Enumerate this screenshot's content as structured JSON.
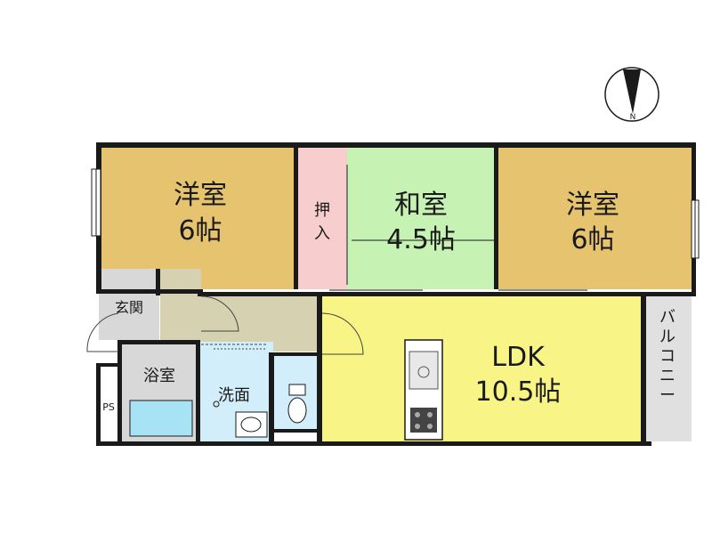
{
  "compass": {
    "letter": "N"
  },
  "rooms": {
    "western_room_left": {
      "name": "洋室",
      "size": "6帖",
      "color": "#E6C36E"
    },
    "closet": {
      "name": "押入",
      "color": "#F7CDCD"
    },
    "japanese_room": {
      "name": "和室",
      "size": "4.5帖",
      "color": "#C6F2B4"
    },
    "western_room_right": {
      "name": "洋室",
      "size": "6帖",
      "color": "#E6C36E"
    },
    "entrance": {
      "name": "玄関",
      "color": "#D8D8D8"
    },
    "hallway": {
      "color": "#D6D1B0"
    },
    "bath": {
      "name": "浴室",
      "color": "#D8D8D8"
    },
    "washroom": {
      "name": "洗面",
      "color": "#D2EEFA"
    },
    "toilet": {
      "color": "#D2EEFA"
    },
    "ldk": {
      "name": "LDK",
      "size": "10.5帖",
      "color": "#F8F586"
    },
    "balcony": {
      "name": "バルコニー",
      "color": "#E0E0E0"
    },
    "ps": {
      "name": "PS"
    }
  }
}
